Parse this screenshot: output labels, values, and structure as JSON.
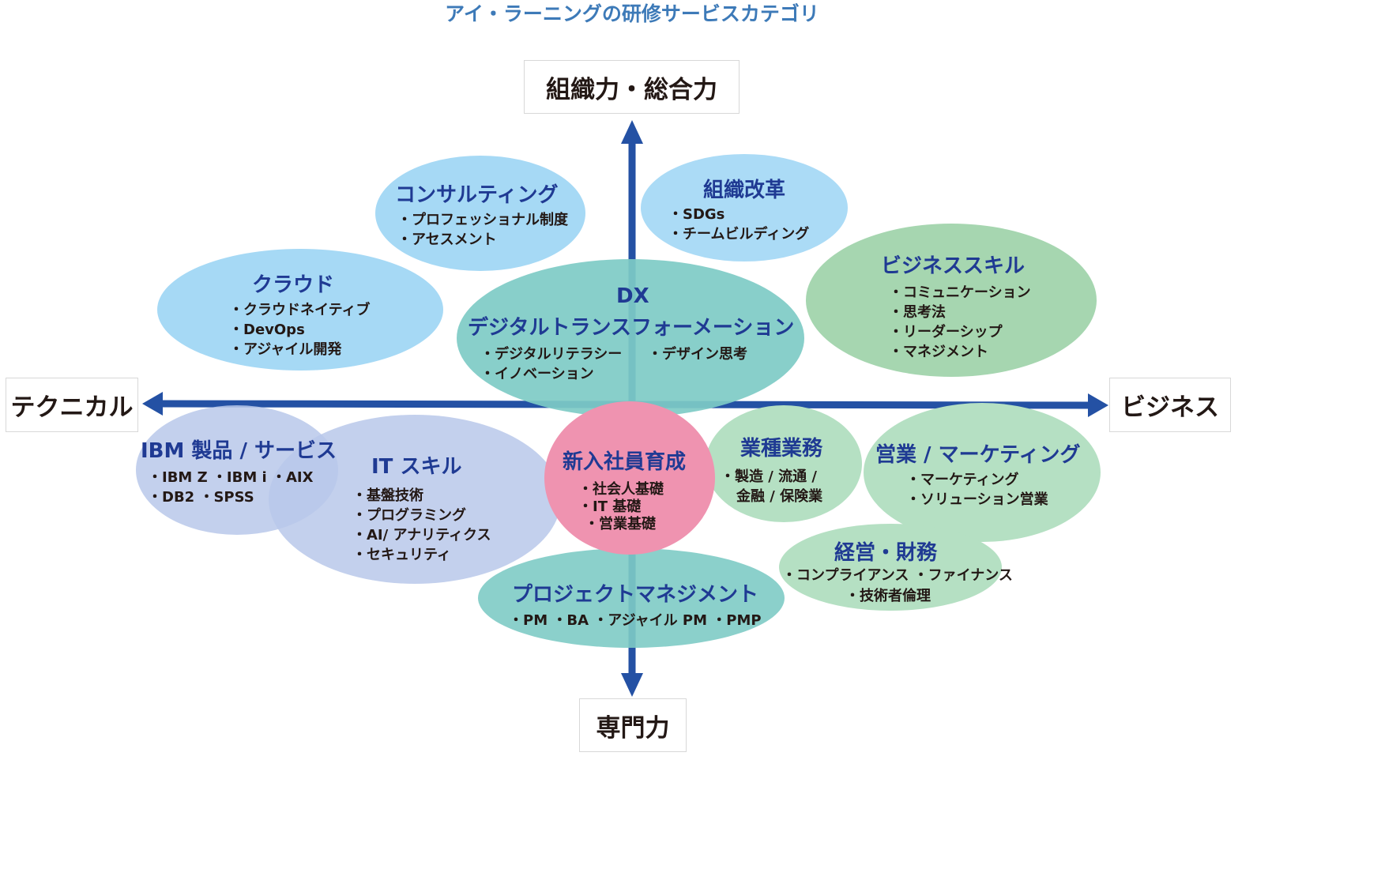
{
  "title": "アイ・ラーニングの研修サービスカテゴリ",
  "axes": {
    "top": "組織力・総合力",
    "bottom": "専門力",
    "left": "テクニカル",
    "right": "ビジネス"
  },
  "colors": {
    "axis": "#2451a4",
    "light_blue": "#a6d9f5",
    "teal": "#7ecbc5",
    "green": "#a6d6b0",
    "lavender": "#b8c8ea",
    "pink": "#ef93b0",
    "heading": "#1f3a93"
  },
  "categories": {
    "consulting": {
      "title": "コンサルティング",
      "items": [
        "・プロフェッショナル制度",
        "・アセスメント"
      ]
    },
    "org_reform": {
      "title": "組織改革",
      "items": [
        "・SDGs",
        "・チームビルディング"
      ]
    },
    "cloud": {
      "title": "クラウド",
      "items": [
        "・クラウドネイティブ",
        "・DevOps",
        "・アジャイル開発"
      ]
    },
    "dx": {
      "title": "DX",
      "subtitle": "デジタルトランスフォーメーション",
      "items": [
        "・デジタルリテラシー",
        "・デザイン思考",
        "・イノベーション"
      ]
    },
    "business_skill": {
      "title": "ビジネススキル",
      "items": [
        "・コミュニケーション",
        "・思考法",
        "・リーダーシップ",
        "・マネジメント"
      ]
    },
    "ibm": {
      "title": "IBM 製品 / サービス",
      "items": [
        "・IBM Z ・IBM i ・AIX",
        "・DB2 ・SPSS"
      ]
    },
    "it_skill": {
      "title": "IT スキル",
      "items": [
        "・基盤技術",
        "・プログラミング",
        "・AI/ アナリティクス",
        "・セキュリティ"
      ]
    },
    "new_employee": {
      "title": "新入社員育成",
      "items": [
        "・社会人基礎",
        "・IT 基礎",
        "・営業基礎"
      ]
    },
    "industry": {
      "title": "業種業務",
      "items": [
        "・製造 / 流通 /",
        "金融 / 保険業"
      ]
    },
    "sales": {
      "title": "営業 / マーケティング",
      "items": [
        "・マーケティング",
        "・ソリューション営業"
      ]
    },
    "management": {
      "title": "経営・財務",
      "items": [
        "・コンプライアンス ・ファイナンス",
        "・技術者倫理"
      ]
    },
    "pm": {
      "title": "プロジェクトマネジメント",
      "items": [
        "・PM ・BA ・アジャイル PM ・PMP"
      ]
    }
  }
}
